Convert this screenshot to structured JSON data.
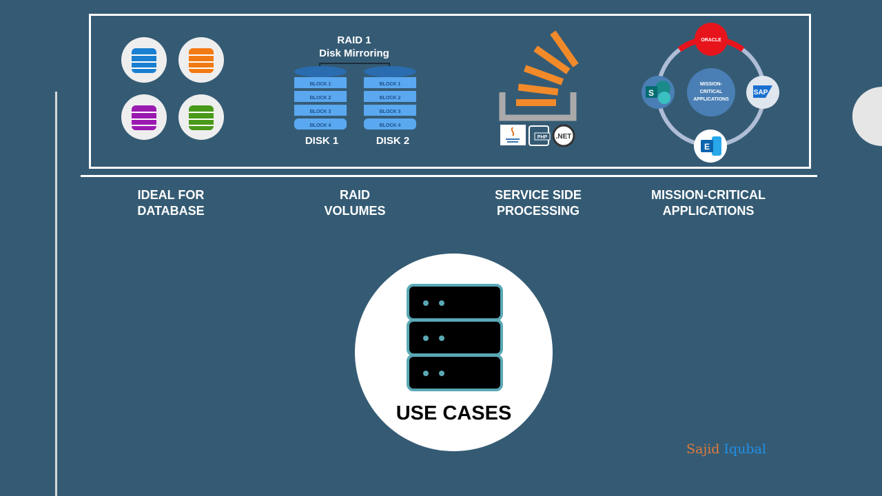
{
  "raid": {
    "title": "RAID 1",
    "subtitle": "Disk Mirroring",
    "blocks": [
      "BLOCK 1",
      "BLOCK 2",
      "BLOCK 3",
      "BLOCK 4"
    ],
    "disk1": "DISK 1",
    "disk2": "DISK 2"
  },
  "tech_icons": {
    "php": "PHP",
    "dotnet": ".NET"
  },
  "apps": {
    "center": [
      "MISSION-",
      "CRITICAL",
      "APPLICATIONS"
    ],
    "oracle": "ORACLE",
    "sharepoint": "S",
    "sap": "SAP",
    "exchange": "E"
  },
  "labels": [
    {
      "line1": "IDEAL FOR",
      "line2": "DATABASE"
    },
    {
      "line1": "RAID",
      "line2": "VOLUMES"
    },
    {
      "line1": "SERVICE SIDE",
      "line2": "PROCESSING"
    },
    {
      "line1": "MISSION-CRITICAL",
      "line2": "APPLICATIONS"
    }
  ],
  "center_title": "USE CASES",
  "signature": {
    "first": "Sajid",
    "last": "Iqubal"
  },
  "colors": {
    "background": "#355b74",
    "server_border": "#5aa8b5",
    "sig_first": "#e07a3a",
    "sig_last": "#1e90e8",
    "oracle": "#e8141c"
  }
}
